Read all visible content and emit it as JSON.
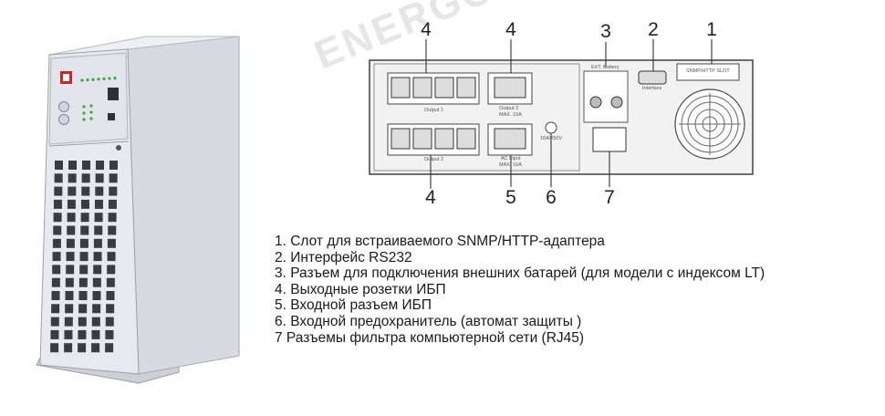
{
  "watermark": {
    "text": "ENERGOEXPO"
  },
  "callouts": {
    "top": [
      "4",
      "4",
      "3",
      "2",
      "1"
    ],
    "bottom": [
      "4",
      "5",
      "6",
      "7"
    ]
  },
  "panel_labels": {
    "output1": "Output 1",
    "output3": "Output 3",
    "output3_max": "MAX. 10A",
    "output2": "Output 2",
    "ac_input": "AC Input",
    "ac_input_max": "MAX. 16A",
    "fuse": "16A/250V",
    "ext_battery": "EXT. Battery",
    "interface": "Interface",
    "snmp_slot": "SNMP/HTTP SLOT"
  },
  "legend": [
    "1. Слот для встраиваемого SNMP/HTTP-адаптера",
    "2. Интерфейс RS232",
    "3. Разъем для подключения внешних батарей (для модели с индексом LT)",
    "4. Выходные розетки ИБП",
    "5. Входной разъем ИБП",
    "6. Входной предохранитель (автомат защиты )",
    "7 Разъемы фильтра компьютерной сети (RJ45)"
  ],
  "colors": {
    "cabinet": "#e4e5ea",
    "panel_bg": "#f2f2f2",
    "outline": "#333333",
    "status_led": "#3fa34d",
    "logo_red": "#c62828"
  }
}
